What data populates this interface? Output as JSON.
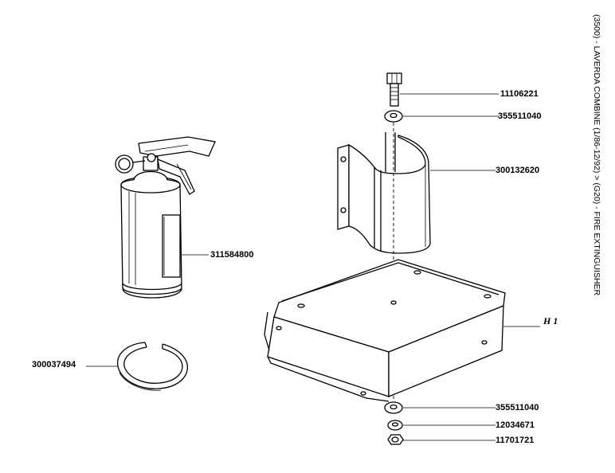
{
  "title": "(3500) - LAVERDA COMBINE (1/86-12/92) > (G20) - FIRE EXTINGUISHER",
  "reference_label": "H 1",
  "parts": {
    "bolt": "11106221",
    "washer_top": "355511040",
    "bracket": "300132620",
    "extinguisher": "311584800",
    "ring": "300037494",
    "washer_bottom": "355511040",
    "lock_washer": "12034671",
    "nut": "11701721"
  }
}
